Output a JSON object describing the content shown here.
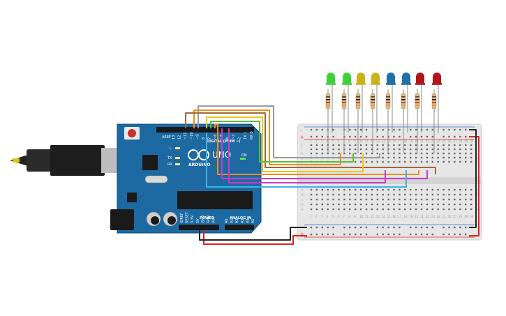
{
  "board": {
    "brand": "ARDUINO",
    "model": "UNO",
    "header_digital": "DIGITAL (PWM ~)",
    "header_power": "POWER",
    "header_analog": "ANALOG IN",
    "labels": {
      "L": "L",
      "TX": "TX",
      "RX": "RX",
      "ON": "ON",
      "AREF": "AREF",
      "GND": "GND"
    },
    "digital_pins": [
      "13",
      "12",
      "~11",
      "~10",
      "~9",
      "8",
      "7",
      "~6",
      "~5",
      "4",
      "~3",
      "2",
      "TX 1",
      "RX 0"
    ],
    "power_pins": [
      "IOREF",
      "RESET",
      "3.3V",
      "5V",
      "GND",
      "GND",
      "Vin"
    ],
    "analog_pins": [
      "A0",
      "A1",
      "A2",
      "A3",
      "A4",
      "A5"
    ]
  },
  "breadboard": {
    "columns": 30,
    "row_letters_top": [
      "j",
      "i",
      "h",
      "g",
      "f"
    ],
    "row_letters_bottom": [
      "e",
      "d",
      "c",
      "b",
      "a"
    ],
    "rail_plus": "+",
    "rail_minus": "-"
  },
  "components": {
    "leds": [
      {
        "color": "green",
        "hex": "#3fd03b"
      },
      {
        "color": "green",
        "hex": "#3fd03b"
      },
      {
        "color": "yellow",
        "hex": "#c9b21a"
      },
      {
        "color": "yellow",
        "hex": "#c9b21a"
      },
      {
        "color": "blue",
        "hex": "#1f6fa8"
      },
      {
        "color": "blue",
        "hex": "#1f6fa8"
      },
      {
        "color": "red",
        "hex": "#b3141c"
      },
      {
        "color": "red",
        "hex": "#b3141c"
      }
    ],
    "resistor_count": 8
  },
  "wire_colors": {
    "orange": "#f08c1a",
    "green": "#5bbf3a",
    "yellow": "#e8c81a",
    "magenta": "#c83cc8",
    "cyan": "#3cb4e6",
    "gray": "#9a9a9a",
    "brown": "#9c6b3c",
    "red": "#e02020",
    "black": "#222222"
  }
}
